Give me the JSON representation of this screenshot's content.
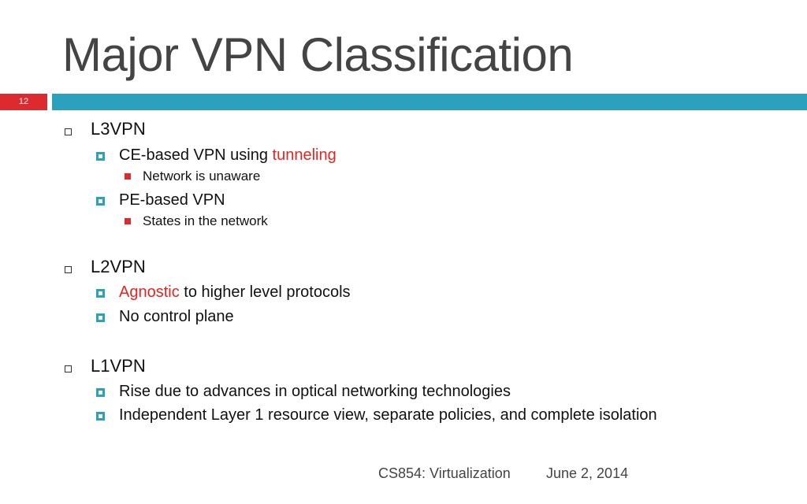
{
  "slide": {
    "title": "Major VPN Classification",
    "slide_number": "12"
  },
  "outline": {
    "l3vpn": {
      "label": "L3VPN",
      "ce_based_pre": "CE-based VPN using ",
      "ce_based_highlight": "tunneling",
      "ce_sub": "Network is unaware",
      "pe_based": "PE-based VPN",
      "pe_sub": "States in the network"
    },
    "l2vpn": {
      "label": "L2VPN",
      "agnostic_highlight": "Agnostic",
      "agnostic_rest": " to higher level protocols",
      "no_control": "No control plane"
    },
    "l1vpn": {
      "label": "L1VPN",
      "rise": "Rise due to advances in optical networking technologies",
      "independent": "Independent Layer 1 resource view, separate policies, and complete isolation"
    }
  },
  "footer": {
    "course": "CS854: Virtualization",
    "date": "June 2, 2014"
  },
  "colors": {
    "accent_red": "#dd2a2e",
    "accent_teal": "#2ba1be",
    "highlight_red": "#e8231f"
  }
}
